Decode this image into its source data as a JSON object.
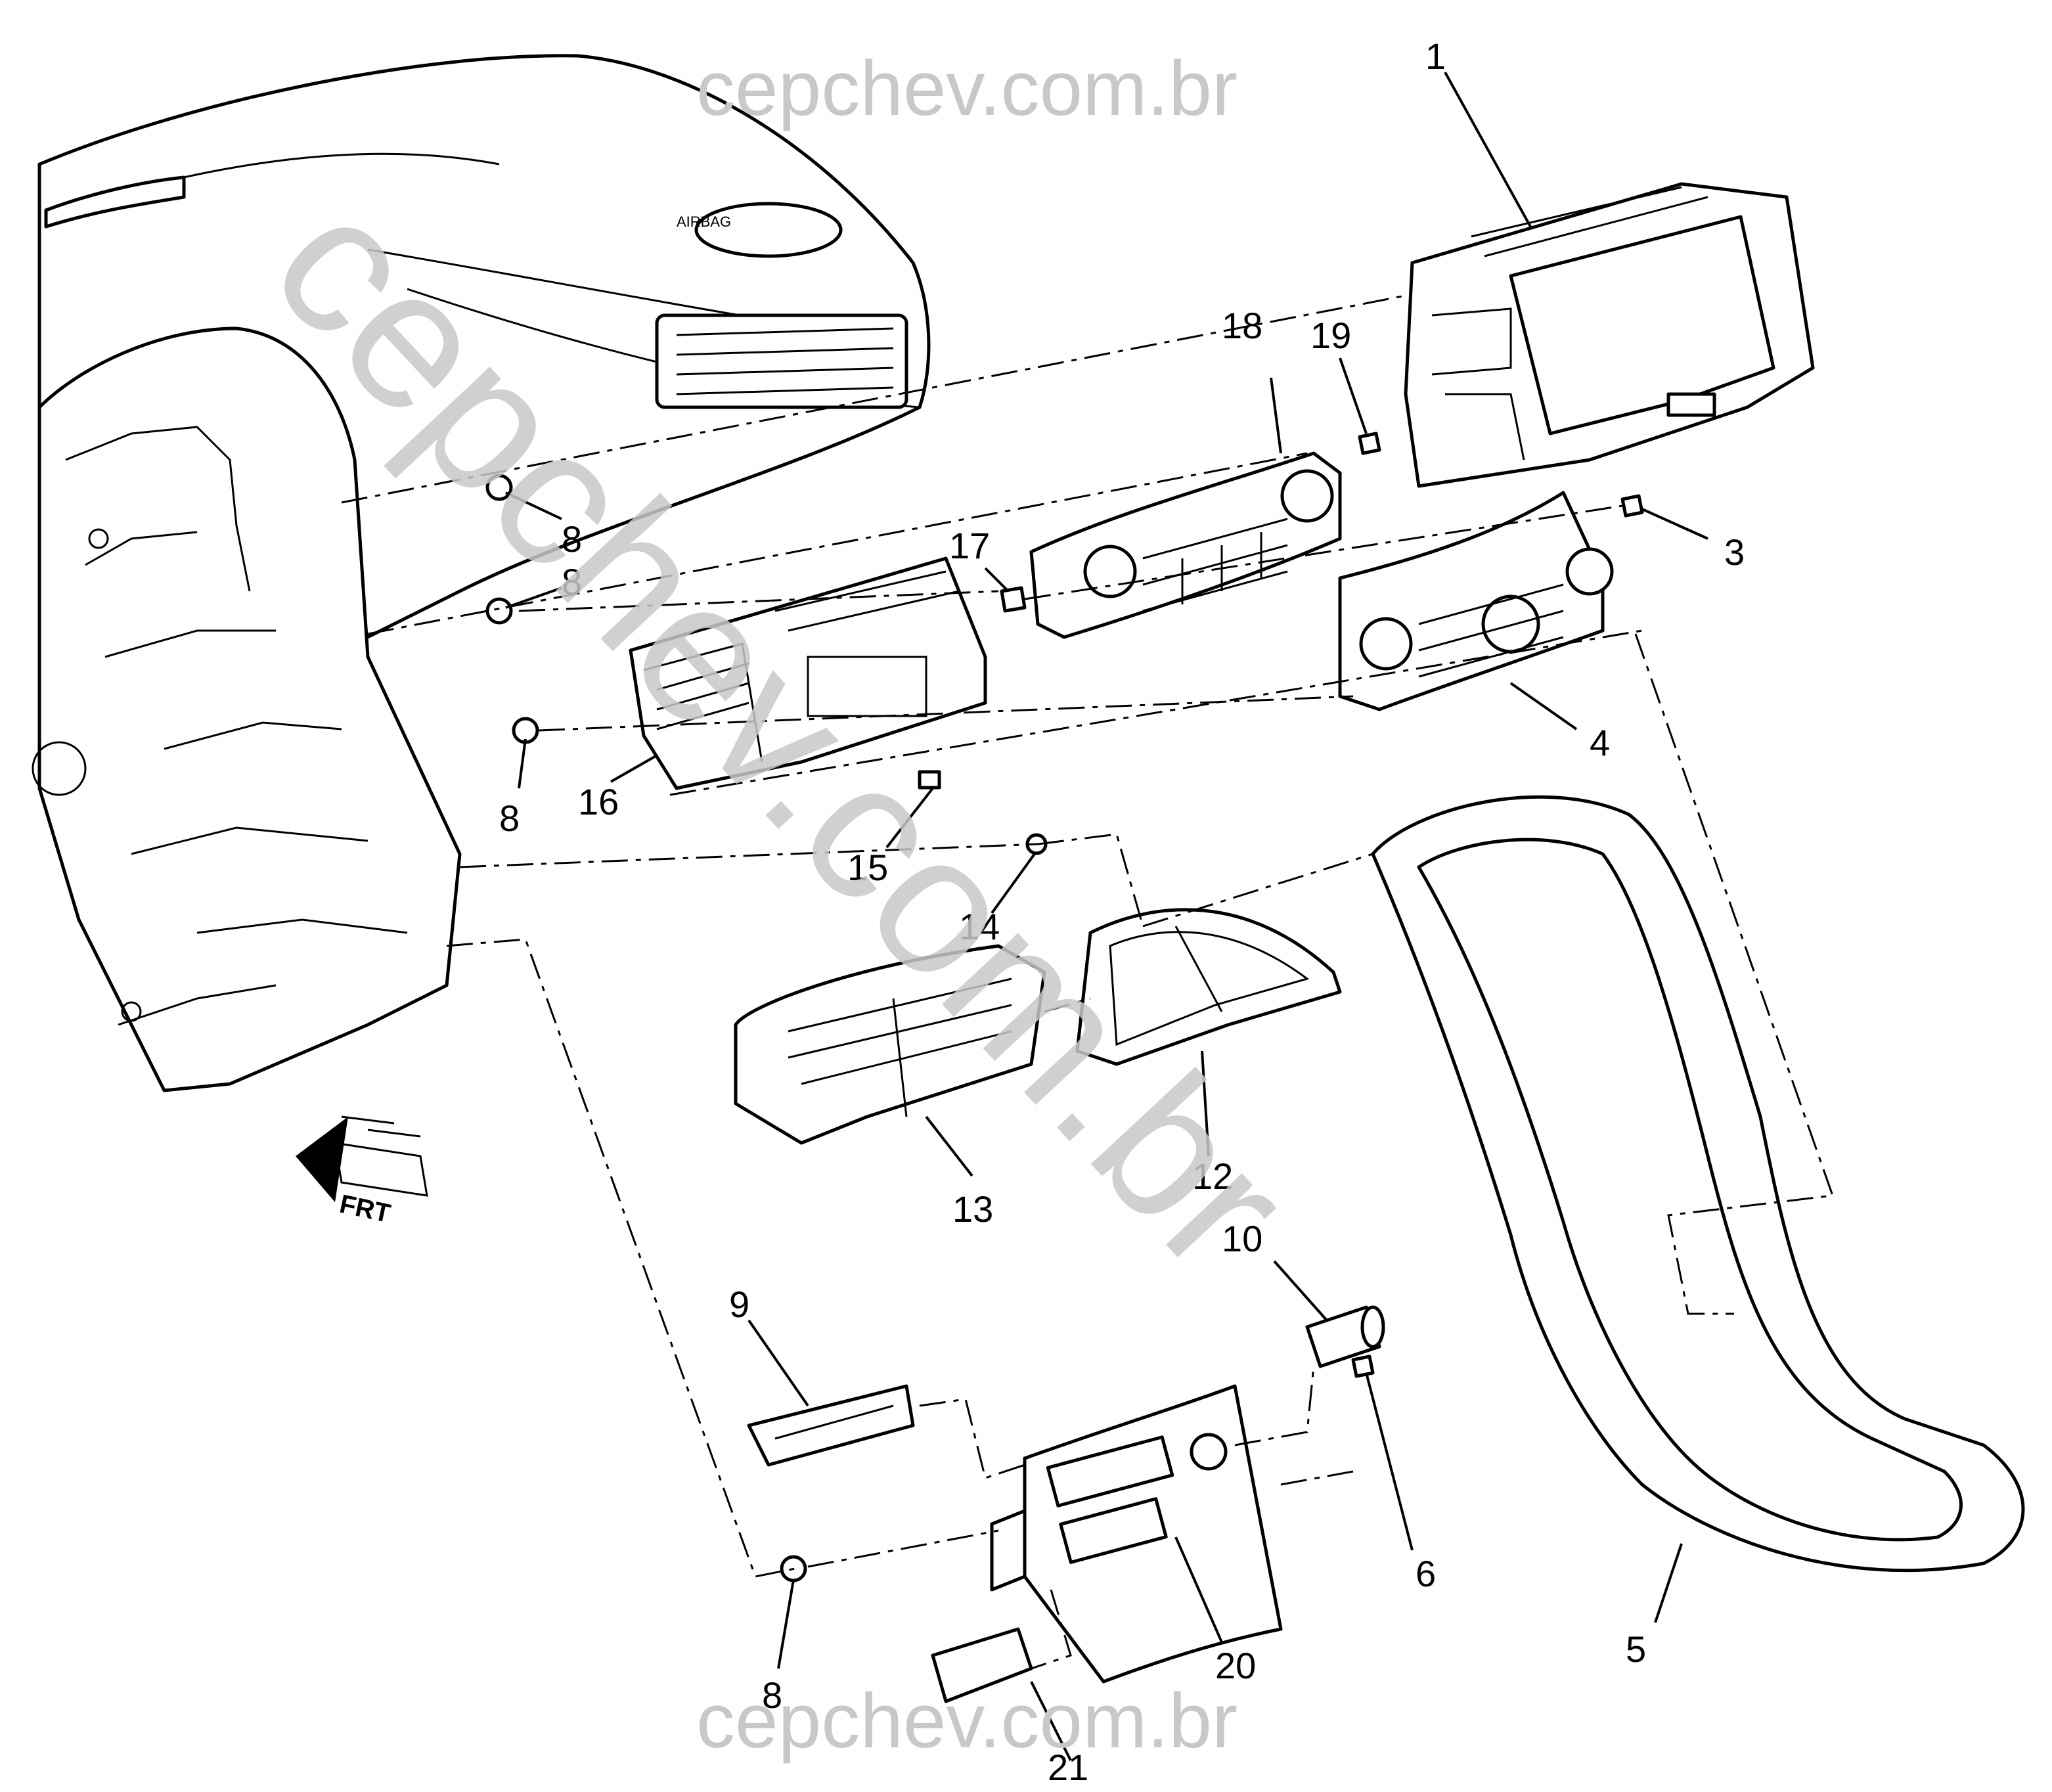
{
  "watermarks": {
    "top": "cepchev.com.br",
    "bottom": "cepchev.com.br",
    "diagonal": "cepchev.com.br"
  },
  "direction_marker": "FRT",
  "embossed_text": "AIRBAG",
  "callouts": {
    "c1": "1",
    "c3": "3",
    "c4": "4",
    "c5": "5",
    "c6": "6",
    "c8a": "8",
    "c8b": "8",
    "c8c": "8",
    "c8d": "8",
    "c9": "9",
    "c10": "10",
    "c12": "12",
    "c13": "13",
    "c14": "14",
    "c15": "15",
    "c16": "16",
    "c17": "17",
    "c18": "18",
    "c19": "19",
    "c20": "20",
    "c21": "21"
  }
}
